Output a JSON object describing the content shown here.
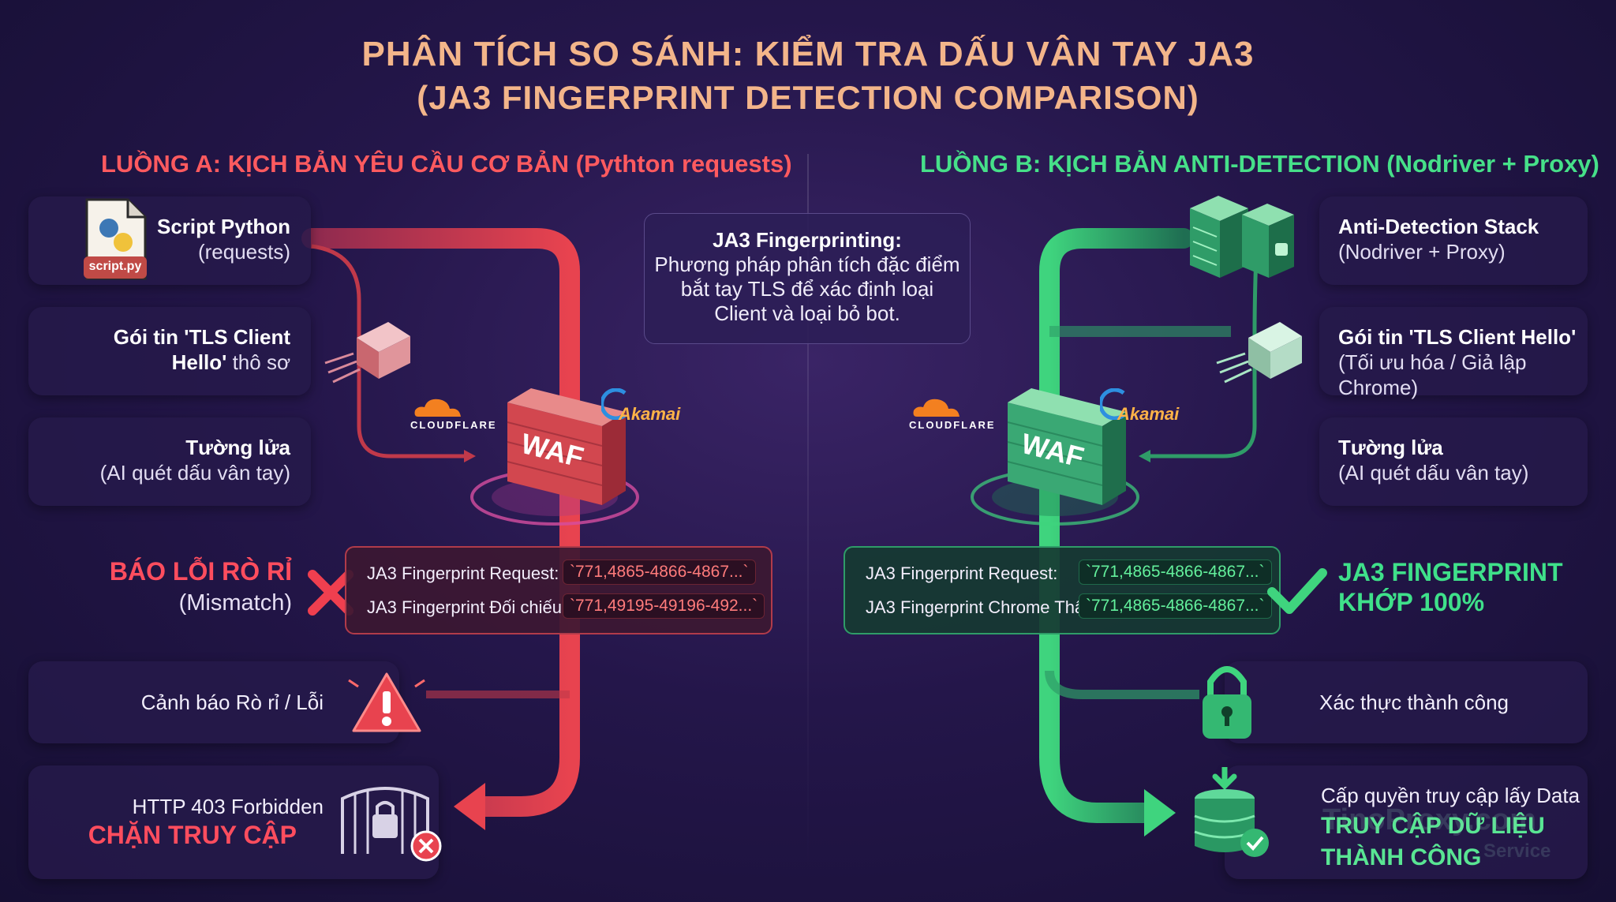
{
  "title": {
    "line1": "PHÂN TÍCH SO SÁNH: KIỂM TRA DẤU VÂN TAY JA3",
    "line2": "(JA3 FINGERPRINT DETECTION COMPARISON)"
  },
  "flow_a": {
    "title": "LUỒNG A: KỊCH BẢN YÊU CẦU CƠ BẢN (Pythton requests)",
    "script_file": "script.py",
    "script_title": "Script Python",
    "script_sub": "(requests)",
    "packet_title": "Gói tin 'TLS Client",
    "packet_title2": "Hello'",
    "packet_sub": "thô sơ",
    "firewall_title": "Tường lửa",
    "firewall_sub": "(AI quét dấu vân tay)",
    "error_title": "BÁO LỖI RÒ RỈ",
    "error_sub": "(Mismatch)",
    "fp_request_label": "JA3 Fingerprint Request:",
    "fp_request_value": "`771,4865-4866-4867...`",
    "fp_compare_label": "JA3 Fingerprint Đối chiếu:",
    "fp_compare_value": "`771,49195-49196-492...`",
    "warning_text": "Cảnh báo Rò rỉ / Lỗi",
    "http_text": "HTTP 403 Forbidden",
    "blocked_text": "CHẶN TRUY CẬP"
  },
  "center": {
    "title": "JA3 Fingerprinting:",
    "line1": "Phương pháp phân tích đặc điểm",
    "line2": "bắt tay TLS để xác định loại",
    "line3": "Client và loại bỏ bot."
  },
  "brands": {
    "cloudflare": "CLOUDFLARE",
    "akamai": "Akamai",
    "waf": "WAF"
  },
  "flow_b": {
    "title": "LUỒNG B: KỊCH BẢN ANTI-DETECTION (Nodriver + Proxy)",
    "stack_title": "Anti-Detection Stack",
    "stack_sub": "(Nodriver + Proxy)",
    "packet_title": "Gói tin 'TLS Client Hello'",
    "packet_sub": "(Tối ưu hóa / Giả lập Chrome)",
    "firewall_title": "Tường lửa",
    "firewall_sub": "(AI quét dấu vân tay)",
    "fp_request_label": "JA3 Fingerprint Request:",
    "fp_request_value": "`771,4865-4866-4867...`",
    "fp_chrome_label": "JA3 Fingerprint Chrome Thật:",
    "fp_chrome_value": "`771,4865-4866-4867...`",
    "match_line1": "JA3 FINGERPRINT",
    "match_line2": "KHỚP 100%",
    "auth_text": "Xác thực thành công",
    "grant_text": "Cấp quyền truy cập lấy Data",
    "success_line1": "TRUY CẬP DỮ LIỆU",
    "success_line2": "THÀNH CÔNG",
    "watermark": "TinoProxy.com",
    "watermark_sub": "Service"
  },
  "colors": {
    "red": "#e8434f",
    "green": "#3fd47e",
    "title": "#f3b58a"
  }
}
